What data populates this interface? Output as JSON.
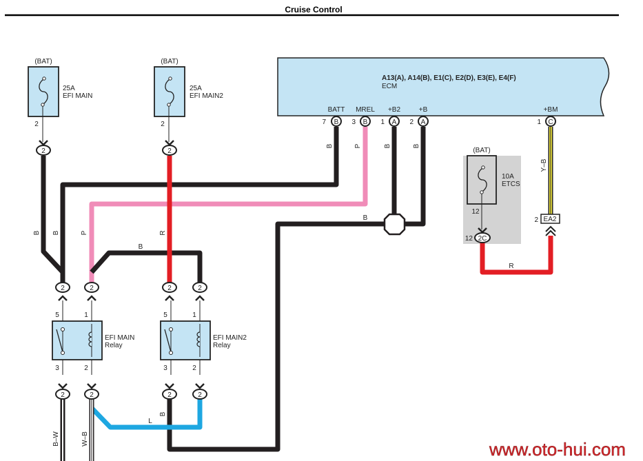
{
  "title": "Cruise Control",
  "watermark": "www.oto-hui.com",
  "colors": {
    "component_fill": "#c4e4f4",
    "fuse_block_bg": "#d3d3d3",
    "wire_B": "#231f20",
    "wire_P": "#f08cb8",
    "wire_R": "#e31e24",
    "wire_L": "#1ea7e1",
    "wire_Y": "#f5ea3c"
  },
  "fuses": [
    {
      "id": "efi-main",
      "source": "(BAT)",
      "rating": "25A",
      "name": "EFI MAIN",
      "pin": "2",
      "connector": "2"
    },
    {
      "id": "efi-main2",
      "source": "(BAT)",
      "rating": "25A",
      "name": "EFI MAIN2",
      "pin": "2",
      "connector": "2"
    },
    {
      "id": "etcs",
      "source": "(BAT)",
      "rating": "10A",
      "name": "ETCS",
      "pin": "12",
      "connector": "2C"
    }
  ],
  "ecm": {
    "connectors": "A13(A), A14(B), E1(C), E2(D), E3(E), E4(F)",
    "name": "ECM",
    "terminals": [
      {
        "label": "BATT",
        "pin": "7",
        "connector": "B",
        "wire": "B"
      },
      {
        "label": "MREL",
        "pin": "3",
        "connector": "B",
        "wire": "P"
      },
      {
        "label": "+B2",
        "pin": "1",
        "connector": "A",
        "wire": "B"
      },
      {
        "label": "+B",
        "pin": "2",
        "connector": "A",
        "wire": "B"
      },
      {
        "label": "+BM",
        "pin": "1",
        "connector": "C",
        "wire": "Y-B"
      }
    ]
  },
  "junction": {
    "pin": "2",
    "connector": "EA2"
  },
  "relays": [
    {
      "id": "efi-main-relay",
      "name": "EFI MAIN",
      "sub": "Relay",
      "pins": {
        "tl": "5",
        "tr": "1",
        "bl": "3",
        "br": "2"
      }
    },
    {
      "id": "efi-main2-relay",
      "name": "EFI MAIN2",
      "sub": "Relay",
      "pins": {
        "tl": "5",
        "tr": "1",
        "bl": "3",
        "br": "2"
      }
    }
  ],
  "connector_label": "2",
  "wire_labels": {
    "b": "B",
    "p": "P",
    "r": "R",
    "l": "L",
    "yb": "Y–B",
    "bw": "B–W",
    "wb": "W–B"
  }
}
